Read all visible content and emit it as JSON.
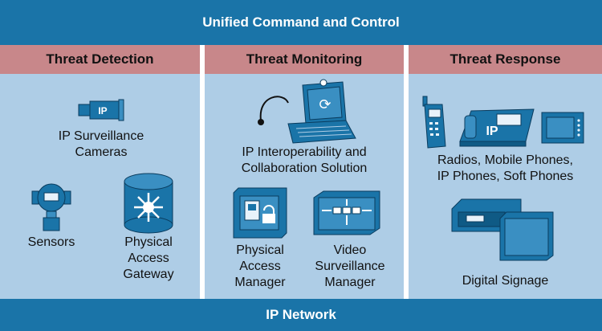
{
  "header": {
    "title": "Unified Command and Control"
  },
  "footer": {
    "title": "IP Network"
  },
  "columns": {
    "detection": {
      "title": "Threat Detection",
      "ip_camera_badge": "IP",
      "cameras": "IP Surveillance\nCameras",
      "sensors": "Sensors",
      "gateway": "Physical\nAccess\nGateway"
    },
    "monitoring": {
      "title": "Threat Monitoring",
      "interop": "IP Interoperability and\nCollaboration Solution",
      "access_manager": "Physical\nAccess\nManager",
      "video_manager": "Video\nSurveillance\nManager"
    },
    "response": {
      "title": "Threat Response",
      "ip_phone_badge": "IP",
      "phones": "Radios, Mobile Phones,\nIP Phones, Soft Phones",
      "signage": "Digital Signage"
    }
  }
}
